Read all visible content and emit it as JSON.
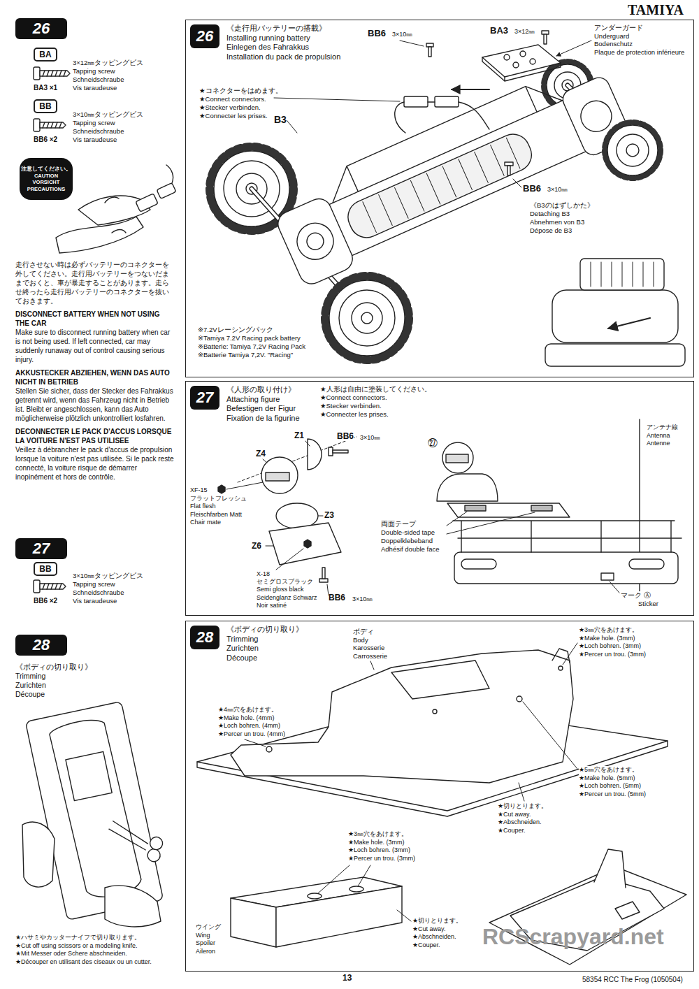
{
  "diagram": {
    "nodes": [
      {
        "text": [
          "26"
        ]
      },
      {
        "text": [
          "BA"
        ]
      },
      {
        "text": [
          "BB"
        ]
      },
      {
        "text": [
          "注意してください。",
          "CAUTION",
          "VORSICHT",
          "PRECAUTIONS"
        ]
      },
      {
        "text": [
          "27"
        ]
      },
      {
        "text": [
          "BB"
        ]
      },
      {
        "text": [
          "28"
        ]
      },
      {
        "text": [
          "《走行用バッテリーの搭載》",
          "Installing running battery",
          "Einlegen des Fahrakkus",
          "Installation du pack de propulsion"
        ]
      },
      {
        "text": [
          "26"
        ],
        "in": 7
      },
      {
        "text": [
          "《人形の取り付け》",
          "Attaching figure",
          "Befestigen der Figur",
          "Fixation de la figurine"
        ]
      },
      {
        "text": [
          "27"
        ],
        "in": 9
      },
      {
        "text": [
          "《ボディの切り取り》",
          "Trimming",
          "Zurichten",
          "Découpe"
        ]
      },
      {
        "text": [
          "28"
        ],
        "in": 11
      }
    ],
    "labels": [
      "TAMIYA",
      "3×12㎜タッピングビス",
      "Tapping screw",
      "Schneidschraube",
      "Vis taraudeuse",
      "BA3 ×1",
      "3×10㎜タッピングビス",
      "Tapping screw",
      "Schneidschraube",
      "Vis taraudeuse",
      "BB6 ×2",
      "走行させない時は必ずバッテリーのコネクターを外してください。走行用バッテリーをつないだままでおくと、車が暴走することがあります。走らせ終ったら走行用バッテリーのコネクターを抜いておきます。",
      "DISCONNECT BATTERY WHEN NOT USING THE CAR",
      "Make sure to disconnect running battery when car is not being used. If left connected, car may suddenly runaway out of control causing serious injury.",
      "AKKUSTECKER ABZIEHEN, WENN DAS AUTO NICHT IN BETRIEB",
      "Stellen Sie sicher, dass der Stecker des Fahrakkus getrennt wird, wenn das Fahrzeug nicht in Betrieb ist. Bleibt er angeschlossen, kann das Auto möglicherweise plötzlich unkontrolliert losfahren.",
      "DECONNECTER LE PACK D'ACCUS LORSQUE LA VOITURE N'EST PAS UTILISEE",
      "Veillez à débrancher le pack d'accus de propulsion lorsque la voiture n'est pas utilisée. Si le pack reste connecté, la voiture risque de démarrer inopinément et hors de contrôle.",
      "3×10㎜タッピングビス",
      "Tapping screw",
      "Schneidschraube",
      "Vis taraudeuse",
      "BB6 ×2",
      "《ボディの切り取り》",
      "Trimming",
      "Zurichten",
      "Découpe",
      "★ハサミやカッターナイフで切り取ります。",
      "★Cut off using scissors or a modeling knife.",
      "★Mit Messer oder Schere abschneiden.",
      "★Découper en utilisant des ciseaux ou un cutter.",
      "★コネクターをはめます。",
      "★Connect connectors.",
      "★Stecker verbinden.",
      "★Connecter les prises.",
      "BA3",
      "3×12㎜",
      "アンダーガード",
      "Underguard",
      "Bodenschutz",
      "Plaque de protection inférieure",
      "BB6",
      "3×10㎜",
      "B3",
      "BB6",
      "3×10㎜",
      "《B3のはずしかた》",
      "Detaching B3",
      "Abnehmen von B3",
      "Dépose de B3",
      "※7.2Vレーシングパック",
      "※Tamiya 7.2V Racing pack battery",
      "※Batterie: Tamiya 7,2V Racing Pack",
      "※Batterie Tamiya 7,2V. \"Racing\"",
      "★人形は自由に塗装してください。",
      "★Connect connectors.",
      "★Stecker verbinden.",
      "★Connecter les prises.",
      "Z1",
      "BB6",
      "3×10㎜",
      "Z4",
      "XF-15",
      "フラットフレッシュ",
      "Flat flesh",
      "Fleischfarben Matt",
      "Chair mate",
      "Z3",
      "Z6",
      "X-18",
      "セミグロスブラック",
      "Semi gloss black",
      "Seidenglanz Schwarz",
      "Noir satiné",
      "BB6",
      "3×10㎜",
      "㉗",
      "アンテナ線",
      "Antenna",
      "Antenne",
      "両面テープ",
      "Double-sided tape",
      "Doppelklebeband",
      "Adhésif double face",
      "マーク Ⓐ",
      "Sticker",
      "ボディ",
      "Body",
      "Karosserie",
      "Carrosserie",
      "★3㎜穴をあけます。",
      "★Make hole. (3mm)",
      "★Loch bohren. (3mm)",
      "★Percer un trou. (3mm)",
      "★4㎜穴をあけます。",
      "★Make hole. (4mm)",
      "★Loch bohren. (4mm)",
      "★Percer un trou. (4mm)",
      "★5㎜穴をあけます。",
      "★Make hole. (5mm)",
      "★Loch bohren. (5mm)",
      "★Percer un trou. (5mm)",
      "★切りとります。",
      "★Cut away.",
      "★Abschneiden.",
      "★Couper.",
      "★3㎜穴をあけます。",
      "★Make hole. (3mm)",
      "★Loch bohren. (3mm)",
      "★Percer un trou. (3mm)",
      "ウイング",
      "Wing",
      "Spoiler",
      "Aileron",
      "★切りとります。",
      "★Cut away.",
      "★Abschneiden.",
      "★Couper.",
      "RCScrapyard.net",
      "13",
      "58354 RCC The Frog (1050504)"
    ]
  }
}
